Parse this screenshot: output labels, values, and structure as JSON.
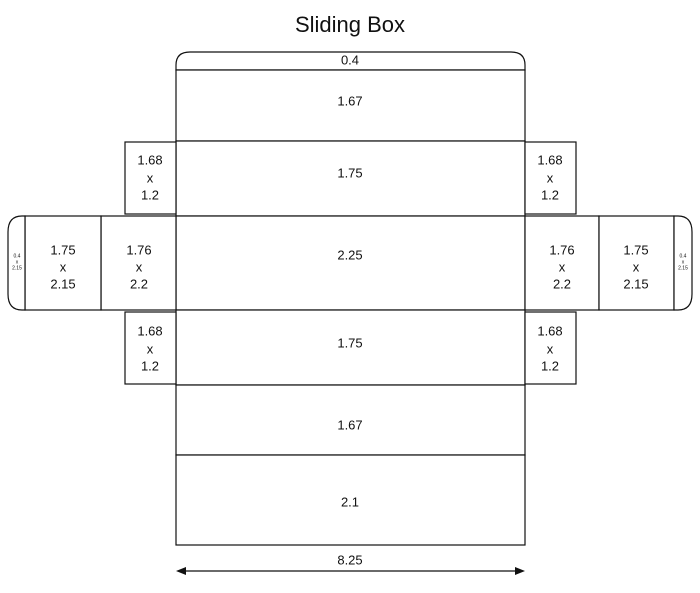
{
  "title": "Sliding Box",
  "panels": {
    "top_flap": "0.4",
    "p1": "1.67",
    "p2": "1.75",
    "p3": "2.25",
    "p4": "1.75",
    "p5": "1.67",
    "p6": "2.1"
  },
  "side_small": {
    "upper_left": [
      "1.68",
      "x",
      "1.2"
    ],
    "upper_right": [
      "1.68",
      "x",
      "1.2"
    ],
    "lower_left": [
      "1.68",
      "x",
      "1.2"
    ],
    "lower_right": [
      "1.68",
      "x",
      "1.2"
    ]
  },
  "side_mid": {
    "left_inner": [
      "1.76",
      "x",
      "2.2"
    ],
    "left_outer": [
      "1.75",
      "x",
      "2.15"
    ],
    "right_inner": [
      "1.76",
      "x",
      "2.2"
    ],
    "right_outer": [
      "1.75",
      "x",
      "2.15"
    ]
  },
  "end_tabs": {
    "left": [
      "0.4",
      "x",
      "2.15"
    ],
    "right": [
      "0.4",
      "x",
      "2.15"
    ]
  },
  "width_dimension": "8.25"
}
